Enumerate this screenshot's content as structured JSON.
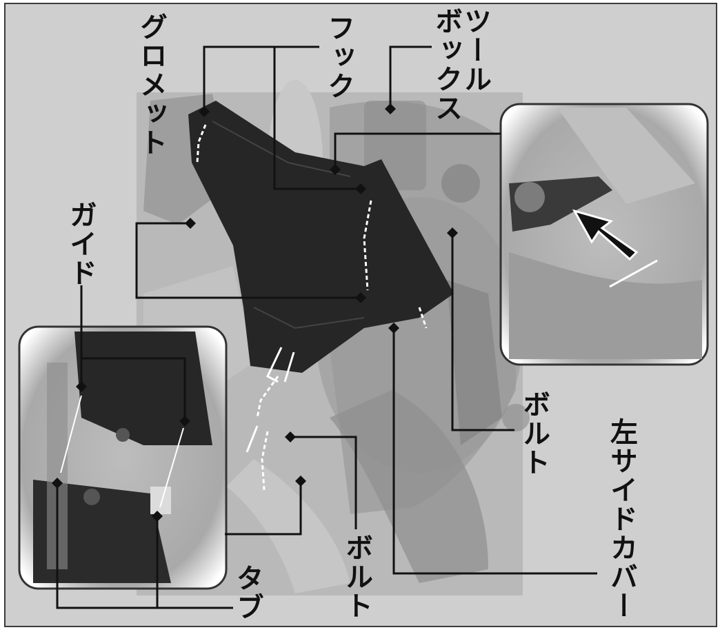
{
  "labels": {
    "grommet": "グロメット",
    "hook": "フック",
    "toolbox": "ツール\nボックス",
    "guide": "ガイド",
    "bolt_lower": "ボルト",
    "bolt_right": "ボルト",
    "left_side_cover": "左サイドカバー",
    "tab": "タブ"
  },
  "colors": {
    "background": "#cfcfcf",
    "cover_panel": "#262626",
    "leader_line": "#111111",
    "frame_border": "#3a3a3a"
  },
  "icons": [
    "diamond-marker-icon",
    "arrow-icon"
  ]
}
